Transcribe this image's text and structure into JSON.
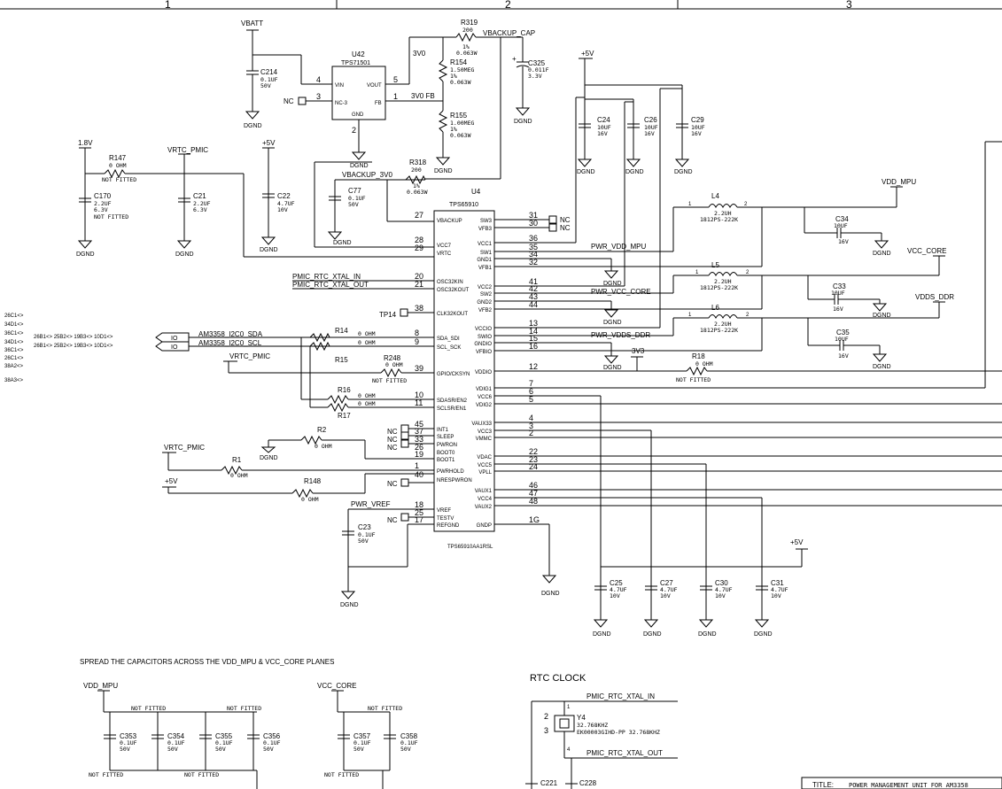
{
  "border": {
    "zone1": "1",
    "zone2": "2",
    "zone3": "3"
  },
  "left_refs": [
    "26C1<>",
    "34D1<>",
    "36C1<>",
    "34D1<>",
    "36C1<>",
    "26C1<>",
    "38A2<>",
    "38A3<>"
  ],
  "offpage": {
    "sda_refs": "26B1<>   25B2<>   19B3<>   10D1<>",
    "scl_refs": "26B1<>   25B2<>   19B3<>   10D1<>",
    "io": "IO"
  },
  "nets": {
    "vbatt": "VBATT",
    "vbackup_cap": "VBACKUP_CAP",
    "v3v0": "3V0",
    "v3v0_fb": "3V0 FB",
    "v1v8": "1.8V",
    "vrtc_pmic": "VRTC_PMIC",
    "p5v": "+5V",
    "vbackup_3v0": "VBACKUP_3V0",
    "pmic_rtc_xtal_in": "PMIC_RTC_XTAL_IN",
    "pmic_rtc_xtal_out": "PMIC_RTC_XTAL_OUT",
    "tp14": "TP14",
    "sda": "AM3358_I2C0_SDA",
    "scl": "AM3358_I2C0_SCL",
    "pwr_vref": "PWR_VREF",
    "pwr_vdd_mpu": "PWR_VDD_MPU",
    "pwr_vcc_core": "PWR_VCC_CORE",
    "pwr_vdds_ddr": "PWR_VDDS_DDR",
    "v3v3": "3V3",
    "vdd_mpu": "VDD_MPU",
    "vcc_core": "VCC_CORE",
    "vdds_ddr": "VDDS_DDR",
    "dgnd": "DGND",
    "nc": "NC"
  },
  "u42": {
    "ref": "U42",
    "part": "TPS71501",
    "vin": "VIN",
    "vout": "VOUT",
    "nc3": "NC-3",
    "fb": "FB",
    "gnd": "GND",
    "p4": "4",
    "p5": "5",
    "p3": "3",
    "p1": "1",
    "p2": "2"
  },
  "u4": {
    "ref": "U4",
    "part": "TPS65910",
    "part_full": "TPS65910AA1RSL",
    "left_pins": [
      {
        "num": "27",
        "name": "VBACKUP"
      },
      {
        "num": "28",
        "name": "VCC7"
      },
      {
        "num": "29",
        "name": "VRTC"
      },
      {
        "num": "20",
        "name": "OSC32KIN"
      },
      {
        "num": "21",
        "name": "OSC32KOUT"
      },
      {
        "num": "38",
        "name": "CLK32KOUT"
      },
      {
        "num": "8",
        "name": "SDA_SDI"
      },
      {
        "num": "9",
        "name": "SCL_SCK"
      },
      {
        "num": "39",
        "name": "GPIO/CKSYN"
      },
      {
        "num": "10",
        "name": "SDASR/EN2"
      },
      {
        "num": "11",
        "name": "SCLSR/EN1"
      },
      {
        "num": "45",
        "name": "INT1"
      },
      {
        "num": "37",
        "name": "SLEEP"
      },
      {
        "num": "33",
        "name": "PWRON"
      },
      {
        "num": "26",
        "name": "BOOT0"
      },
      {
        "num": "19",
        "name": "BOOT1"
      },
      {
        "num": "1",
        "name": "PWRHOLD"
      },
      {
        "num": "40",
        "name": "NRESPWRON"
      },
      {
        "num": "18",
        "name": "VREF"
      },
      {
        "num": "25",
        "name": "TESTV"
      },
      {
        "num": "17",
        "name": "REFGND"
      }
    ],
    "right_pins": [
      {
        "num": "31",
        "name": "SW3"
      },
      {
        "num": "30",
        "name": "VFB3"
      },
      {
        "num": "36",
        "name": "VCC1"
      },
      {
        "num": "35",
        "name": "SW1"
      },
      {
        "num": "34",
        "name": "GND1"
      },
      {
        "num": "32",
        "name": "VFB1"
      },
      {
        "num": "41",
        "name": "VCC2"
      },
      {
        "num": "42",
        "name": "SW2"
      },
      {
        "num": "43",
        "name": "GND2"
      },
      {
        "num": "44",
        "name": "VFB2"
      },
      {
        "num": "13",
        "name": "VCCIO"
      },
      {
        "num": "14",
        "name": "SWIO"
      },
      {
        "num": "15",
        "name": "GNDIO"
      },
      {
        "num": "16",
        "name": "VFBIO"
      },
      {
        "num": "12",
        "name": "VDDIO"
      },
      {
        "num": "7",
        "name": "VDIG1"
      },
      {
        "num": "6",
        "name": "VCC6"
      },
      {
        "num": "5",
        "name": "VDIG2"
      },
      {
        "num": "4",
        "name": "VAUX33"
      },
      {
        "num": "3",
        "name": "VCC3"
      },
      {
        "num": "2",
        "name": "VMMC"
      },
      {
        "num": "22",
        "name": "VDAC"
      },
      {
        "num": "23",
        "name": "VCC5"
      },
      {
        "num": "24",
        "name": "VPLL"
      },
      {
        "num": "46",
        "name": "VAUX1"
      },
      {
        "num": "47",
        "name": "VCC4"
      },
      {
        "num": "48",
        "name": "VAUX2"
      },
      {
        "num": "1G",
        "name": "GNDP"
      }
    ]
  },
  "caps": {
    "c214": {
      "ref": "C214",
      "v1": "0.1UF",
      "v2": "50V"
    },
    "c325": {
      "ref": "C325",
      "v1": "0.011F",
      "v2": "3.3V"
    },
    "c170": {
      "ref": "C170",
      "v1": "2.2UF",
      "v2": "6.3V",
      "nf": "NOT FITTED"
    },
    "c21": {
      "ref": "C21",
      "v1": "2.2UF",
      "v2": "6.3V"
    },
    "c22": {
      "ref": "C22",
      "v1": "4.7UF",
      "v2": "10V"
    },
    "c77": {
      "ref": "C77",
      "v1": "0.1UF",
      "v2": "50V"
    },
    "c24": {
      "ref": "C24",
      "v1": "10UF",
      "v2": "16V"
    },
    "c26": {
      "ref": "C26",
      "v1": "10UF",
      "v2": "16V"
    },
    "c29": {
      "ref": "C29",
      "v1": "10UF",
      "v2": "16V"
    },
    "c34": {
      "ref": "C34",
      "v1": "10UF",
      "v2": "16V"
    },
    "c33": {
      "ref": "C33",
      "v1": "10UF",
      "v2": "16V"
    },
    "c35": {
      "ref": "C35",
      "v1": "10UF",
      "v2": "16V"
    },
    "c23": {
      "ref": "C23",
      "v1": "0.1UF",
      "v2": "50V"
    },
    "c25": {
      "ref": "C25",
      "v1": "4.7UF",
      "v2": "10V"
    },
    "c27": {
      "ref": "C27",
      "v1": "4.7UF",
      "v2": "10V"
    },
    "c30": {
      "ref": "C30",
      "v1": "4.7UF",
      "v2": "10V"
    },
    "c31": {
      "ref": "C31",
      "v1": "4.7UF",
      "v2": "10V"
    },
    "c353": {
      "ref": "C353",
      "v1": "0.1UF",
      "v2": "50V"
    },
    "c354": {
      "ref": "C354",
      "v1": "0.1UF",
      "v2": "50V"
    },
    "c355": {
      "ref": "C355",
      "v1": "0.1UF",
      "v2": "50V"
    },
    "c356": {
      "ref": "C356",
      "v1": "0.1UF",
      "v2": "50V"
    },
    "c357": {
      "ref": "C357",
      "v1": "0.1UF",
      "v2": "50V"
    },
    "c358": {
      "ref": "C358",
      "v1": "0.1UF",
      "v2": "50V"
    },
    "c221": {
      "ref": "C221"
    },
    "c228": {
      "ref": "C228"
    }
  },
  "res": {
    "r319": {
      "ref": "R319",
      "v1": "200",
      "v2": "1%",
      "v3": "0.063W"
    },
    "r154": {
      "ref": "R154",
      "v1": "1.50MEG",
      "v2": "1%",
      "v3": "0.063W"
    },
    "r155": {
      "ref": "R155",
      "v1": "1.00MEG",
      "v2": "1%",
      "v3": "0.063W"
    },
    "r318": {
      "ref": "R318",
      "v1": "200",
      "v2": "1%",
      "v3": "0.063W"
    },
    "r147": {
      "ref": "R147",
      "v1": "0 OHM",
      "nf": "NOT FITTED"
    },
    "r14": {
      "ref": "R14",
      "v1": "0 OHM"
    },
    "r15": {
      "ref": "R15",
      "v1": "0 OHM"
    },
    "r248": {
      "ref": "R248",
      "v1": "0 OHM",
      "nf": "NOT FITTED"
    },
    "r16": {
      "ref": "R16",
      "v1": "0 OHM"
    },
    "r17": {
      "ref": "R17",
      "v1": "0 OHM"
    },
    "r2": {
      "ref": "R2",
      "v1": "0 OHM"
    },
    "r1": {
      "ref": "R1",
      "v1": "0 OHM"
    },
    "r148": {
      "ref": "R148",
      "v1": "0 OHM"
    },
    "r18": {
      "ref": "R18",
      "v1": "0 OHM",
      "nf": "NOT FITTED"
    }
  },
  "inductors": {
    "l4": {
      "ref": "L4",
      "v1": "2.2UH",
      "v2": "1812PS-222K",
      "p1": "1",
      "p2": "2"
    },
    "l5": {
      "ref": "L5",
      "v1": "2.2UH",
      "v2": "1812PS-222K",
      "p1": "1",
      "p2": "2"
    },
    "l6": {
      "ref": "L6",
      "v1": "2.2UH",
      "v2": "1812PS-222K",
      "p1": "1",
      "p2": "2"
    }
  },
  "bottom": {
    "note": "SPREAD THE CAPACITORS ACROSS THE VDD_MPU & VCC_CORE PLANES",
    "rtc_clock": "RTC CLOCK",
    "not_fitted": "NOT FITTED",
    "y4_ref": "Y4",
    "y4_freq": "32.768KHZ",
    "y4_part": "EK00003GIHD-PP 32.768KHZ",
    "y4_p1": "1",
    "y4_p2": "2",
    "y4_p3": "3",
    "y4_p4": "4",
    "title_label": "TITLE:",
    "title_value": "POWER MANAGEMENT UNIT FOR AM3358"
  }
}
